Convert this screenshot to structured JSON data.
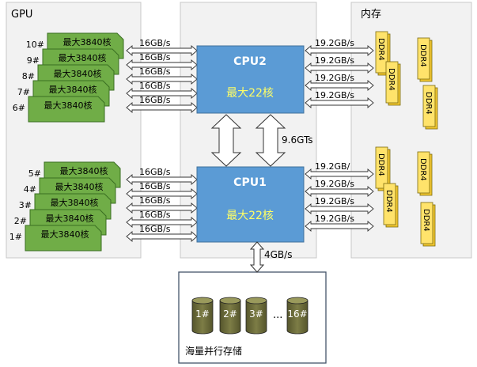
{
  "panels": {
    "gpu": "GPU",
    "memory": "内存",
    "storage": "海量并行存储"
  },
  "cpus": [
    {
      "name": "CPU2",
      "cores": "最大22核"
    },
    {
      "name": "CPU1",
      "cores": "最大22核"
    }
  ],
  "gpu_cards": {
    "top": [
      {
        "id": "10#",
        "label": "最大3840核"
      },
      {
        "id": "9#",
        "label": "最大3840核"
      },
      {
        "id": "8#",
        "label": "最大3840核"
      },
      {
        "id": "7#",
        "label": "最大3840核"
      },
      {
        "id": "6#",
        "label": "最大3840核"
      }
    ],
    "bottom": [
      {
        "id": "5#",
        "label": "最大3840核"
      },
      {
        "id": "4#",
        "label": "最大3840核"
      },
      {
        "id": "3#",
        "label": "最大3840核"
      },
      {
        "id": "2#",
        "label": "最大3840核"
      },
      {
        "id": "1#",
        "label": "最大3840核"
      }
    ]
  },
  "gpu_links": {
    "top": [
      "16GB/s",
      "16GB/s",
      "16GB/s",
      "16GB/s",
      "16GB/s"
    ],
    "bottom": [
      "16GB/s",
      "16GB/s",
      "16GB/s",
      "16GB/s",
      "16GB/s"
    ]
  },
  "mem_links": {
    "top": [
      "19.2GB/s",
      "19.2GB/s",
      "19.2GB/s",
      "19.2GB/s"
    ],
    "bottom": [
      "19.2GB/",
      "19.2GB/s",
      "19.2GB/s",
      "19.2GB/s"
    ]
  },
  "ddr_label": "DDR4",
  "interconnect": "9.6GTs",
  "storage_link": "4GB/s",
  "disks": [
    "1#",
    "2#",
    "3#",
    "...",
    "16#"
  ],
  "colors": {
    "cpu_fill": "#5b9bd5",
    "cpu_text": "#ffff66",
    "gpu_fill": "#70ad47",
    "dimm_fill": "#ffe36b",
    "disk_fill": "#6b6b3a",
    "panel_fill": "#f2f2f2"
  }
}
